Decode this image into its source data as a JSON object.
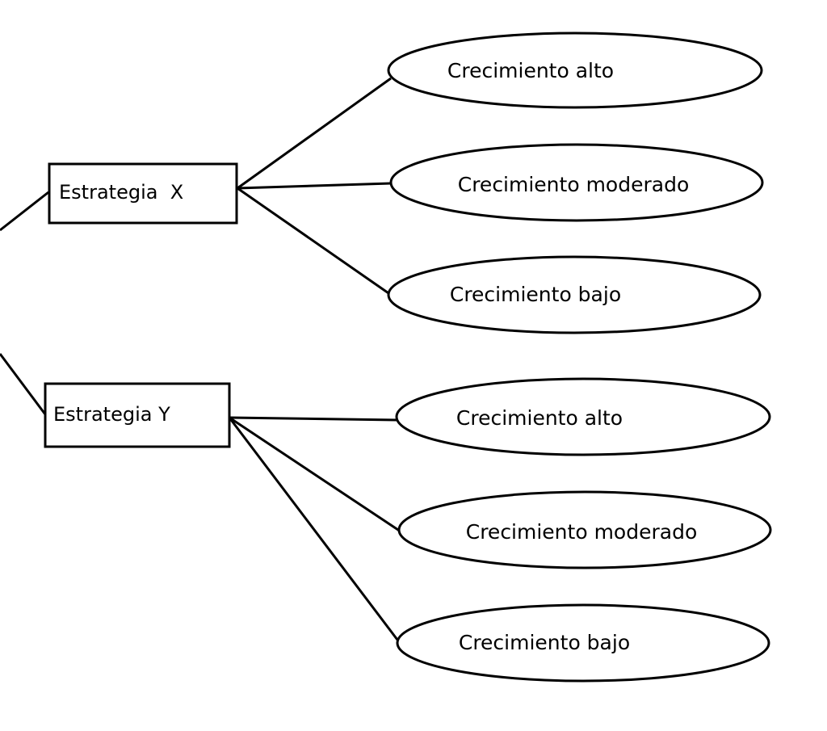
{
  "diagram": {
    "strategies": [
      {
        "label": "Estrategia  X",
        "outcomes": [
          "Crecimiento alto",
          "Crecimiento moderado",
          "Crecimiento bajo"
        ]
      },
      {
        "label": "Estrategia Y",
        "outcomes": [
          "Crecimiento alto",
          "Crecimiento moderado",
          "Crecimiento bajo"
        ]
      }
    ]
  }
}
